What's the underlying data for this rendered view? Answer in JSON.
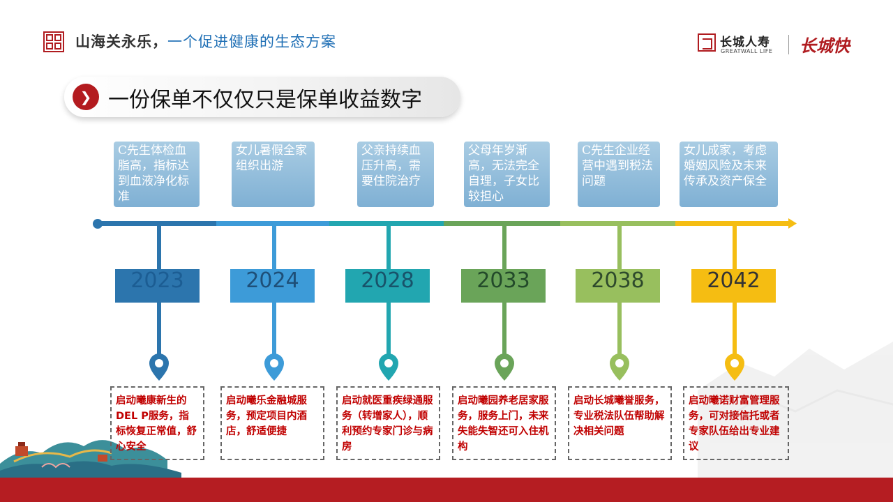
{
  "header": {
    "title_bold": "山海关永乐，",
    "title_rest": "一个促进健康的生态方案",
    "brand_name": "长城人寿",
    "brand_en": "GREATWALL LIFE",
    "brand_script": "长城快"
  },
  "banner": {
    "text": "一份保单不仅仅只是保单收益数字"
  },
  "timeline": [
    {
      "event": "C先生体检血脂高，指标达到血液净化标准",
      "year": "2023",
      "color": "#2c75ad",
      "year_text_color": "#1c5d93",
      "desc": "启动曦康新生的DEL P服务，指标恢复正常值，舒心安全"
    },
    {
      "event": "女儿暑假全家组织出游",
      "year": "2024",
      "color": "#3d9bd8",
      "year_text_color": "#1e4f78",
      "desc": "启动曦乐金融城服务，预定项目内酒店，舒适便捷"
    },
    {
      "event": "父亲持续血压升高，需要住院治疗",
      "year": "2028",
      "color": "#22a6b0",
      "year_text_color": "#18536a",
      "desc": "启动就医重疾绿通服务（转增家人），顺利预约专家门诊与病房"
    },
    {
      "event": "父母年岁渐高，无法完全自理，子女比较担心",
      "year": "2033",
      "color": "#6aa459",
      "year_text_color": "#234a2a",
      "desc": "启动曦园养老居家服务，服务上门，未来失能失智还可入住机构"
    },
    {
      "event": "C先生企业经营中遇到税法问题",
      "year": "2038",
      "color": "#98bf5e",
      "year_text_color": "#2e4a2c",
      "desc": "启动长城曦誉服务，专业税法队伍帮助解决相关问题"
    },
    {
      "event": "女儿成家，考虑婚姻风险及未来传承及资产保全",
      "year": "2042",
      "color": "#f5bd12",
      "year_text_color": "#333333",
      "desc": "启动曦诺财富管理服务，可对接信托或者专家队伍给出专业建议"
    }
  ]
}
